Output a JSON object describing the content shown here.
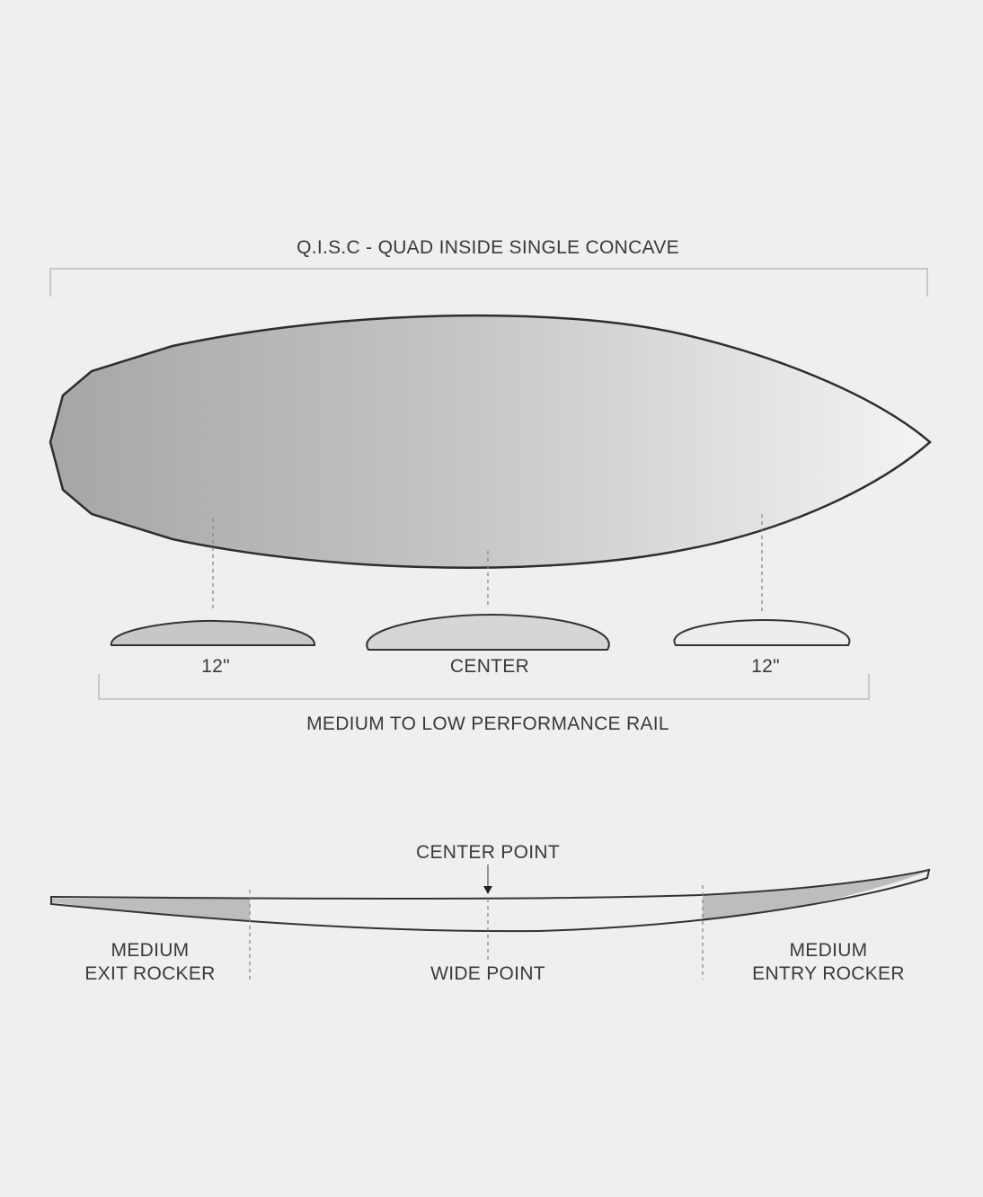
{
  "title": "Q.I.S.C - QUAD INSIDE SINGLE CONCAVE",
  "rails": {
    "left_label": "12\"",
    "center_label": "CENTER",
    "right_label": "12\"",
    "caption": "MEDIUM TO LOW PERFORMANCE RAIL"
  },
  "rocker": {
    "center_point": "CENTER POINT",
    "exit_line1": "MEDIUM",
    "exit_line2": "EXIT ROCKER",
    "wide_point": "WIDE POINT",
    "entry_line1": "MEDIUM",
    "entry_line2": "ENTRY ROCKER"
  },
  "colors": {
    "background": "#efefef",
    "outline": "#333333",
    "fill_dark": "#a9a9a9",
    "fill_light": "#f2f2f2"
  }
}
